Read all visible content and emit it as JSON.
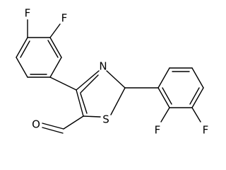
{
  "structure": {
    "atoms": {
      "f_top_left": "F",
      "f_top_right": "F",
      "n_thiazole": "N",
      "s_thiazole": "S",
      "o_aldehyde": "O",
      "f_bottom_left": "F",
      "f_bottom_right": "F"
    }
  }
}
